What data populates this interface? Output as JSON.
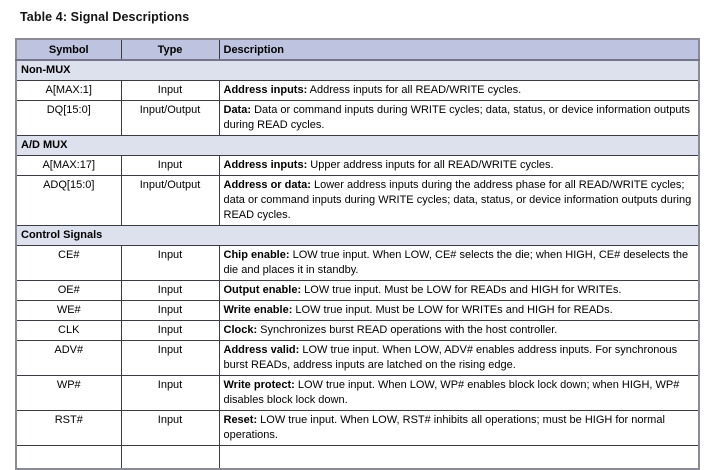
{
  "title": "Table 4: Signal Descriptions",
  "table": {
    "columns": [
      "Symbol",
      "Type",
      "Description"
    ],
    "sections": [
      {
        "name": "Non-MUX",
        "rows": [
          {
            "symbol": "A[MAX:1]",
            "type": "Input",
            "desc_lead": "Address inputs:",
            "desc": "Address inputs for all READ/WRITE cycles."
          },
          {
            "symbol": "DQ[15:0]",
            "type": "Input/Output",
            "desc_lead": "Data:",
            "desc": "Data or command inputs during WRITE cycles; data, status, or device information outputs during READ cycles."
          }
        ]
      },
      {
        "name": "A/D MUX",
        "rows": [
          {
            "symbol": "A[MAX:17]",
            "type": "Input",
            "desc_lead": "Address inputs:",
            "desc": "Upper address inputs for all READ/WRITE cycles."
          },
          {
            "symbol": "ADQ[15:0]",
            "type": "Input/Output",
            "desc_lead": "Address or data:",
            "desc": "Lower address inputs during the address phase for all READ/WRITE cycles; data or command inputs during WRITE cycles; data, status, or device information outputs during READ cycles."
          }
        ]
      },
      {
        "name": "Control Signals",
        "rows": [
          {
            "symbol": "CE#",
            "type": "Input",
            "desc_lead": "Chip enable:",
            "desc": "LOW true input. When LOW, CE# selects the die; when HIGH, CE# deselects the die and places it in standby."
          },
          {
            "symbol": "OE#",
            "type": "Input",
            "desc_lead": "Output enable:",
            "desc": "LOW true input. Must be LOW for READs and HIGH for WRITEs."
          },
          {
            "symbol": "WE#",
            "type": "Input",
            "desc_lead": "Write enable:",
            "desc": "LOW true input. Must be LOW for WRITEs and HIGH for READs."
          },
          {
            "symbol": "CLK",
            "type": "Input",
            "desc_lead": "Clock:",
            "desc": "Synchronizes burst READ operations with the host controller."
          },
          {
            "symbol": "ADV#",
            "type": "Input",
            "desc_lead": "Address valid:",
            "desc": "LOW true input. When LOW, ADV# enables address inputs. For synchronous burst READs, address inputs are latched on the rising edge."
          },
          {
            "symbol": "WP#",
            "type": "Input",
            "desc_lead": "Write protect:",
            "desc": "LOW true input. When LOW, WP# enables block lock down; when HIGH, WP# disables block lock down."
          },
          {
            "symbol": "RST#",
            "type": "Input",
            "desc_lead": "Reset:",
            "desc": "LOW true input. When LOW, RST# inhibits all operations; must be HIGH for normal operations."
          }
        ]
      }
    ]
  },
  "colors": {
    "header_bg": "#bec4e0",
    "section_bg": "#dde0ed",
    "border_outer": "#8a8b97",
    "border_header": "#74758a",
    "border_inner": "#3c3c44",
    "text": "#000000"
  }
}
